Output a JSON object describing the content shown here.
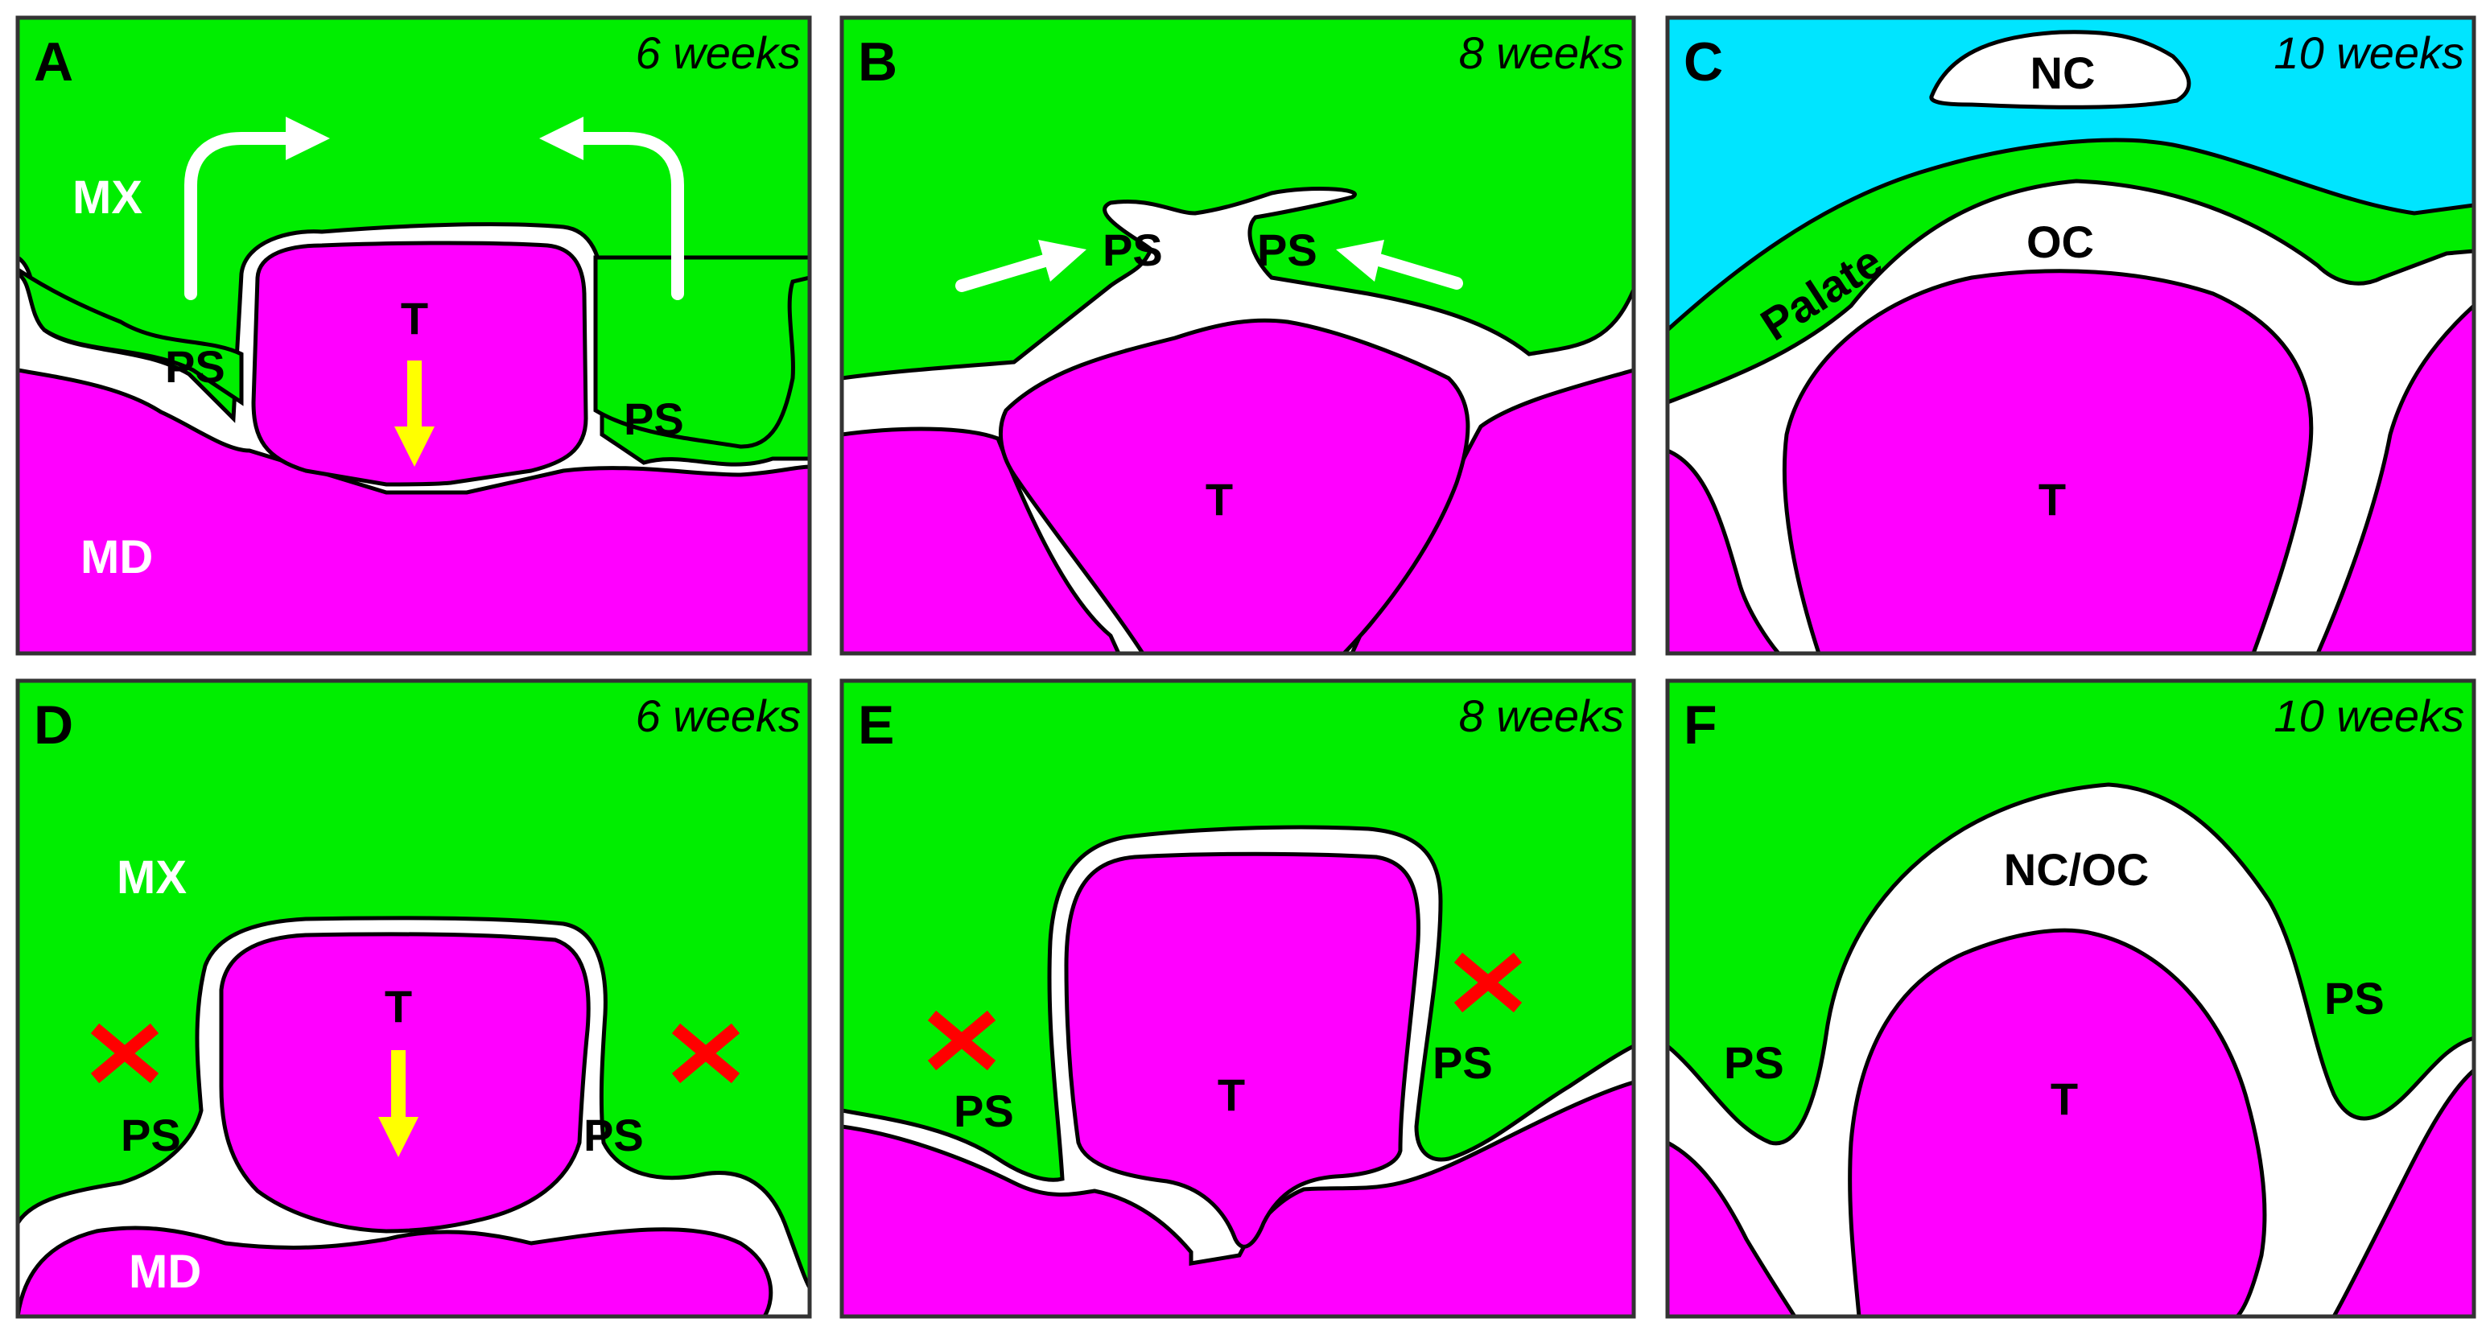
{
  "colors": {
    "mandible": "#ff00ff",
    "maxilla": "#00ee00",
    "nasal": "#00e5ff",
    "cavity": "#ffffff",
    "outline": "#000000",
    "arrow_growth": "#ffffff",
    "arrow_tongue": "#ffff00",
    "defect_mark": "#ff0000"
  },
  "panels": [
    {
      "letter": "A",
      "age": "6 weeks",
      "labels": {
        "mx": "MX",
        "ps_left": "PS",
        "ps_right": "PS",
        "tongue": "T",
        "md": "MD"
      }
    },
    {
      "letter": "B",
      "age": "8 weeks",
      "labels": {
        "ps_left": "PS",
        "ps_right": "PS",
        "tongue": "T"
      }
    },
    {
      "letter": "C",
      "age": "10 weeks",
      "labels": {
        "nc": "NC",
        "palate": "Palate",
        "oc": "OC",
        "tongue": "T"
      }
    },
    {
      "letter": "D",
      "age": "6 weeks",
      "labels": {
        "mx": "MX",
        "ps_left": "PS",
        "ps_right": "PS",
        "tongue": "T",
        "md": "MD"
      }
    },
    {
      "letter": "E",
      "age": "8 weeks",
      "labels": {
        "ps_left": "PS",
        "ps_right": "PS",
        "tongue": "T"
      }
    },
    {
      "letter": "F",
      "age": "10 weeks",
      "labels": {
        "ncoc": "NC/OC",
        "ps_left": "PS",
        "ps_right": "PS",
        "tongue": "T"
      }
    }
  ],
  "icons": {
    "growth_arrow": "curved-arrow-icon",
    "tongue_arrow": "down-arrow-icon",
    "defect": "x-mark-icon"
  }
}
